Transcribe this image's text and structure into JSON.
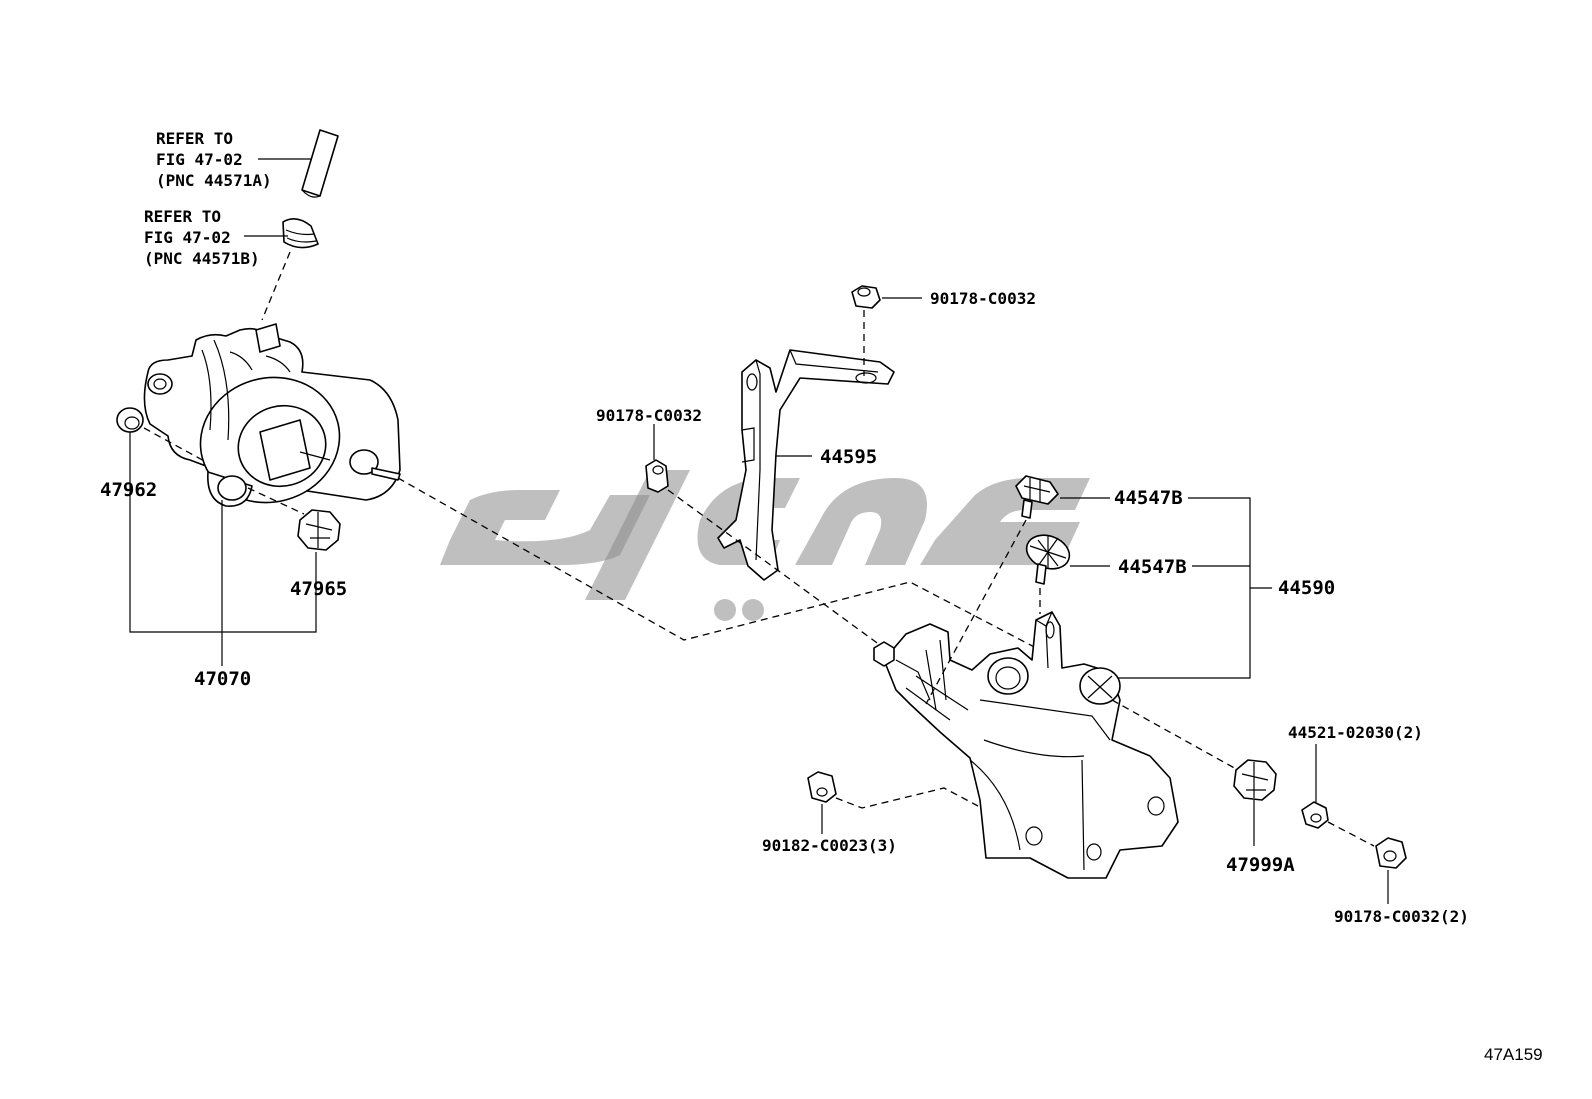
{
  "references": {
    "ref_a": {
      "line1": "REFER TO",
      "line2": "FIG 47-02",
      "line3": "(PNC 44571A)"
    },
    "ref_b": {
      "line1": "REFER TO",
      "line2": "FIG 47-02",
      "line3": "(PNC 44571B)"
    }
  },
  "callouts": {
    "p47962": "47962",
    "p47965": "47965",
    "p47070": "47070",
    "p44595": "44595",
    "p90178_top": "90178-C0032",
    "p90178_mid": "90178-C0032",
    "p44547b_1": "44547B",
    "p44547b_2": "44547B",
    "p44590": "44590",
    "p44521": "44521-02030(2)",
    "p90182": "90182-C0023(3)",
    "p47999a": "47999A",
    "p90178_bottom": "90178-C0032(2)"
  },
  "figure_id": "47A159",
  "colors": {
    "line": "#000000",
    "background": "#ffffff",
    "watermark": "#8a8a8a"
  },
  "icons": {
    "watermark": "brand-logo-watermark"
  }
}
